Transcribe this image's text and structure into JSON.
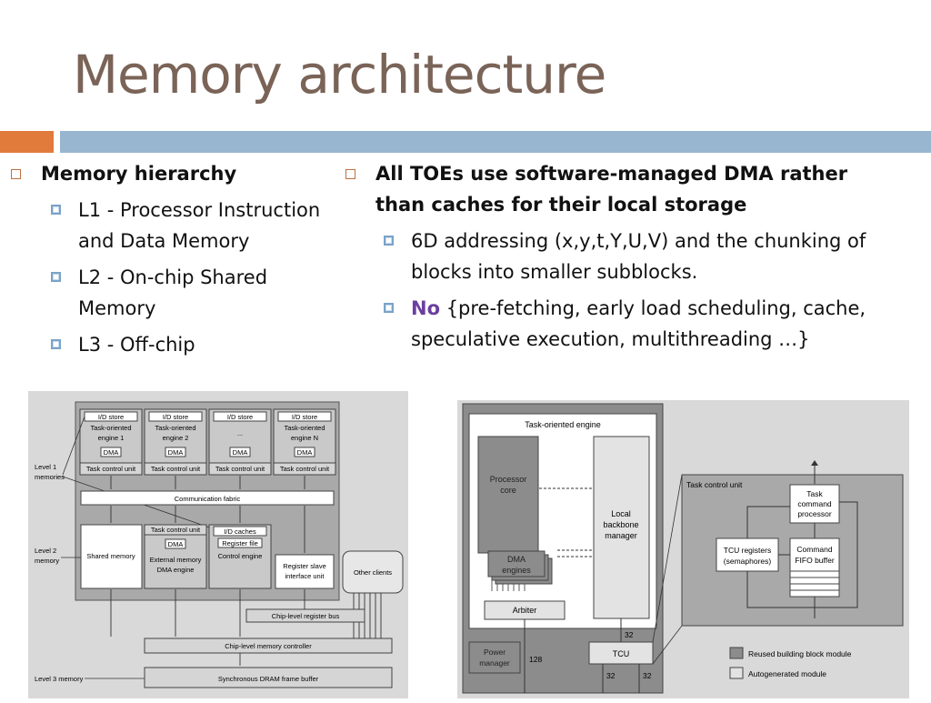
{
  "slide": {
    "title": "Memory architecture",
    "accent_colors": {
      "title": "#7a6357",
      "orange_bar": "#e07b3c",
      "blue_bar": "#98b6d0",
      "no_highlight": "#6b3fa0"
    }
  },
  "left_column": {
    "heading": "Memory hierarchy",
    "items": [
      {
        "line1": "L1 - Processor Instruction",
        "line2": "and Data Memory"
      },
      {
        "line1": "L2 - On-chip Shared",
        "line2": "Memory"
      },
      {
        "line1": "L3 - Off-chip",
        "line2": ""
      }
    ]
  },
  "right_column": {
    "heading_line1": "All TOEs use software-managed DMA rather",
    "heading_line2": "than caches for their local storage",
    "item1_line1": "6D addressing (x,y,t,Y,U,V) and the chunking of",
    "item1_line2": "blocks into smaller subblocks.",
    "item2_no": "No",
    "item2_line1_rest": " {pre-fetching, early load scheduling, cache,",
    "item2_line2": "speculative execution, multithreading …}"
  },
  "figure_left": {
    "engines": [
      {
        "store": "I/D store",
        "label1": "Task-oriented",
        "label2": "engine 1",
        "dma": "DMA",
        "tcu": "Task control unit"
      },
      {
        "store": "I/D store",
        "label1": "Task-oriented",
        "label2": "engine 2",
        "dma": "DMA",
        "tcu": "Task control unit"
      },
      {
        "store": "I/D store",
        "label1": "...",
        "label2": "",
        "dma": "DMA",
        "tcu": "Task control unit"
      },
      {
        "store": "I/D store",
        "label1": "Task-oriented",
        "label2": "engine N",
        "dma": "DMA",
        "tcu": "Task control unit"
      }
    ],
    "level1": "Level 1",
    "memories": "memories",
    "comm_fabric": "Communication fabric",
    "level2": "Level 2",
    "memory": "memory",
    "shared_memory": "Shared memory",
    "ext_tcu": "Task control unit",
    "ext_dma": "DMA",
    "ext_label1": "External memory",
    "ext_label2": "DMA engine",
    "id_caches": "I/D caches",
    "register_file": "Register file",
    "control_engine": "Control engine",
    "reg_slave1": "Register slave",
    "reg_slave2": "interface unit",
    "other_clients": "Other clients",
    "chip_reg_bus": "Chip-level register bus",
    "chip_mem_ctrl": "Chip-level memory controller",
    "level3": "Level 3 memory",
    "dram": "Synchronous DRAM frame buffer"
  },
  "figure_right": {
    "toe_title": "Task-oriented engine",
    "processor1": "Processor",
    "processor2": "core",
    "local1": "Local",
    "local2": "backbone",
    "local3": "manager",
    "dma1": "DMA",
    "dma2": "engines",
    "arbiter": "Arbiter",
    "power1": "Power",
    "power2": "manager",
    "n128": "128",
    "tcu": "TCU",
    "n32_top": "32",
    "n32_left": "32",
    "n32_right": "32",
    "tcu_title": "Task control unit",
    "tcp1": "Task",
    "tcp2": "command",
    "tcp3": "processor",
    "tcur1": "TCU registers",
    "tcur2": "(semaphores)",
    "fifo1": "Command",
    "fifo2": "FIFO buffer",
    "legend_reused": "Reused building block module",
    "legend_auto": "Autogenerated module"
  }
}
